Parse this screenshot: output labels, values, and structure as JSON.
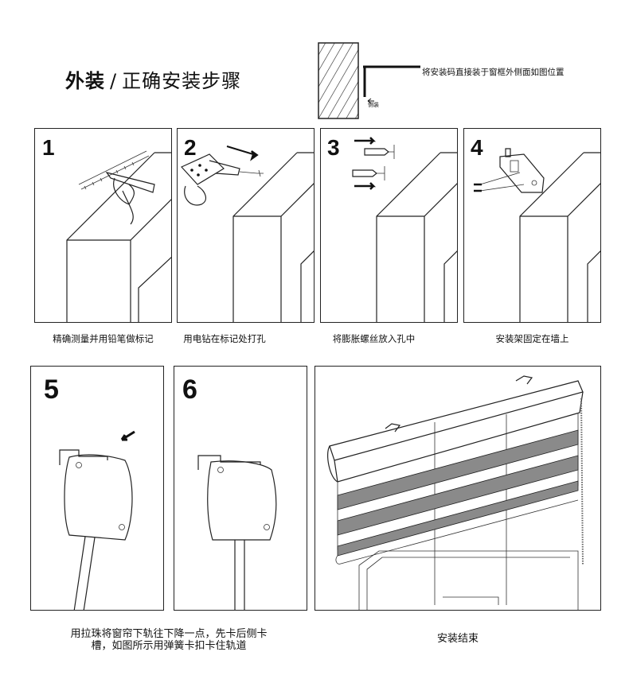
{
  "header": {
    "title_bold": "外装",
    "title_slash": "/",
    "title_rest": "正确安装步骤",
    "top_note": "将安装码直接装于窗框外侧面如图位置",
    "side_label": "侧装"
  },
  "steps": [
    {
      "number": "1",
      "caption": "精确测量并用铅笔做标记"
    },
    {
      "number": "2",
      "caption": "用电钻在标记处打孔"
    },
    {
      "number": "3",
      "caption": "将膨胀螺丝放入孔中"
    },
    {
      "number": "4",
      "caption": "安装架固定在墙上"
    },
    {
      "number": "5",
      "caption_line1": "用拉珠将窗帘下轨往下降一点，先卡后侧卡",
      "caption_line2": "槽，如图所示用弹簧卡扣卡住轨道"
    },
    {
      "number": "6"
    }
  ],
  "final": {
    "caption": "安装结束"
  }
}
